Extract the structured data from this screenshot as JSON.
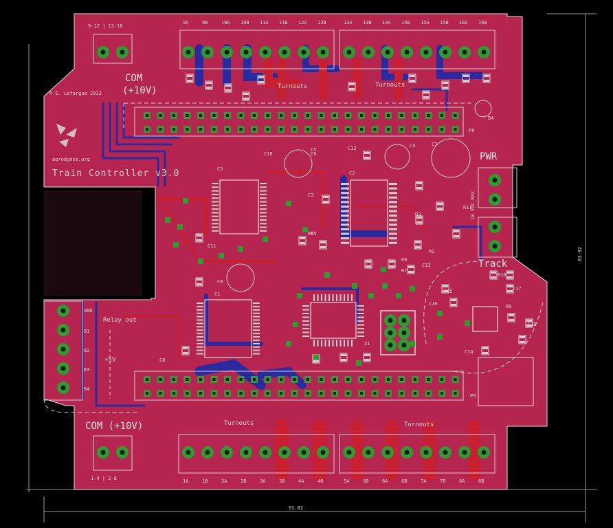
{
  "board": {
    "title": "Train Controller v3.0",
    "credit": "© E. Lafargue 2013",
    "website": "aerodynes.org",
    "width_dimension": "91.82",
    "height_dimension": "83.92"
  },
  "colors": {
    "background": "#000000",
    "board_fill": "#b5254f",
    "top_copper": "#c82030",
    "bottom_copper": "#2a2aa0",
    "pad": "#2f9c33",
    "silkscreen": "#d8d8d8"
  },
  "labels": {
    "top_left_connector": "9-12 | 13-16",
    "com_top": "COM",
    "com_top_voltage": "(+10V)",
    "turnouts_top_left": "Turnouts",
    "turnouts_top_right": "Turnouts",
    "pwr": "PWR",
    "vdc_max": "10 VDC Max",
    "track": "Track",
    "relay_out": "Relay out",
    "five_volt": "+5V",
    "gnd": "GND",
    "com_bottom": "COM (+10V)",
    "turnouts_bottom_left": "Turnouts",
    "turnouts_bottom_right": "Turnouts",
    "bottom_left_connector": "1-4 | 5-8"
  },
  "top_pin_labels_left": [
    "9A",
    "9B",
    "10A",
    "10B",
    "11A",
    "11B",
    "12A",
    "12B"
  ],
  "top_pin_labels_right": [
    "13A",
    "13B",
    "14A",
    "14B",
    "15A",
    "15B",
    "16A",
    "16B"
  ],
  "bottom_pin_labels_left": [
    "1A",
    "1B",
    "2A",
    "2B",
    "3A",
    "3B",
    "4A",
    "4B"
  ],
  "bottom_pin_labels_right": [
    "5A",
    "5B",
    "6A",
    "6B",
    "7A",
    "7B",
    "8A",
    "8B"
  ],
  "relay_pin_labels": [
    "B1",
    "B2",
    "B3",
    "B4"
  ],
  "components": {
    "ic1": "C1",
    "ic2": "C2",
    "ic3": "C3",
    "c10": "C10",
    "c11": "C11",
    "c12": "C12",
    "c13": "C13",
    "c14": "C14",
    "c15": "C15",
    "c16": "C16",
    "c17": "C17",
    "c18": "C18",
    "c4": "C4",
    "c5": "C5",
    "c6": "C6",
    "c7": "C7",
    "c8": "C8",
    "c9": "C9",
    "r1": "R1",
    "r2": "R2",
    "r3": "R3",
    "r5": "R5",
    "r6": "R6",
    "r7": "R7",
    "r8": "R8",
    "r9": "R9",
    "r10": "R10",
    "r11": "R11",
    "b4": "B4",
    "b5": "B5",
    "p8": "P8",
    "p9": "P9",
    "x1": "X1",
    "c3": "C3",
    "d1": "D1"
  }
}
